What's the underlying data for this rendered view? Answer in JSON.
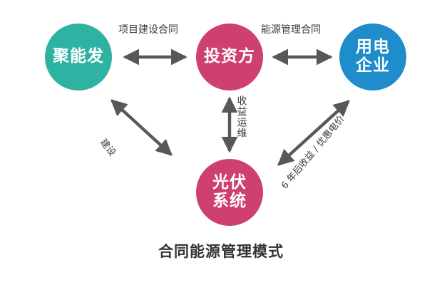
{
  "diagram": {
    "title": "合同能源管理模式",
    "background_color": "#ffffff",
    "arrow_color": "#58585a",
    "label_color": "#3b3b3b",
    "nodes": [
      {
        "id": "jnf",
        "label": "聚能发",
        "color": "#2eb3a3",
        "position": "left"
      },
      {
        "id": "tzf",
        "label": "投资方",
        "color": "#ce3f72",
        "position": "center-top"
      },
      {
        "id": "ydqy",
        "label": "用电\n企业",
        "color": "#1f8ccc",
        "position": "right"
      },
      {
        "id": "gfxt",
        "label": "光伏\n系统",
        "color": "#ce3f72",
        "position": "center-bottom"
      }
    ],
    "edges": [
      {
        "id": "top-left",
        "label": "项目建设合同",
        "from": "jnf",
        "to": "tzf",
        "arrow": "double"
      },
      {
        "id": "top-right",
        "label": "能源管理合同",
        "from": "tzf",
        "to": "ydqy",
        "arrow": "double"
      },
      {
        "id": "center-vertical",
        "label": "收益运维",
        "from": "gfxt",
        "to": "tzf",
        "arrow": "double"
      },
      {
        "id": "diag-left",
        "label": "建设",
        "from": "gfxt",
        "to": "jnf",
        "arrow": "double"
      },
      {
        "id": "diag-right",
        "label": "6 年后收益 / 优惠电价",
        "from": "gfxt",
        "to": "ydqy",
        "arrow": "double"
      }
    ]
  }
}
